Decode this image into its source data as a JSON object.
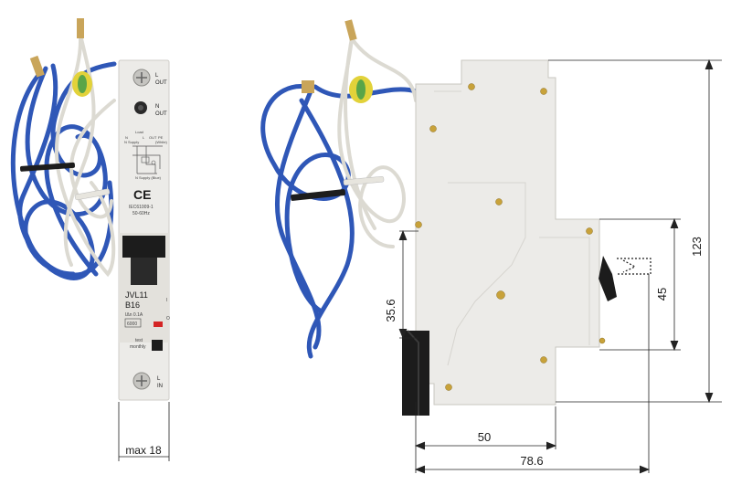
{
  "front": {
    "top_terminals": [
      "L",
      "OUT",
      "N",
      "OUT"
    ],
    "diagram_labels": [
      "Load",
      "N",
      "N Supply",
      "L",
      "OUT",
      "PE",
      "(White)",
      "N Supply (Blue)"
    ],
    "standard": "IEC61009-1",
    "frequency": "50-60Hz",
    "ce_mark": "CE",
    "model": "JVL11",
    "rating": "B16",
    "residual_current": "IΔn 0.1A",
    "capacity": "6000",
    "test_labels": [
      "test",
      "monthly"
    ],
    "bottom_terminals": [
      "L",
      "IN"
    ],
    "toggle_marks": [
      "I",
      "O"
    ]
  },
  "dimensions": {
    "width_label": "max 18",
    "height_label": "123",
    "face_height_label": "45",
    "rail_height_label": "35.6",
    "depth_rail_label": "50",
    "depth_total_label": "78.6"
  },
  "colors": {
    "body": "#ecebe8",
    "body_shadow": "#cfcdc8",
    "blue_wire": "#2f57b7",
    "white_wire": "#f2f1ec",
    "dimension_line": "#222222",
    "rivet": "#c8a23a",
    "toggle": "#1c1c1c",
    "indicator": "#d42525"
  }
}
